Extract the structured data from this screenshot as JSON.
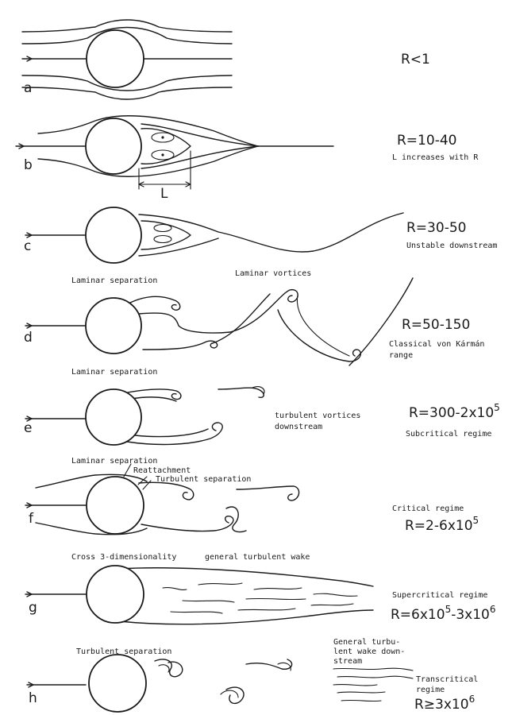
{
  "panels": [
    {
      "letter": "a",
      "reynolds": "R<1"
    },
    {
      "letter": "b",
      "reynolds": "R=10-40",
      "note": "L increases with R",
      "dim_label": "L"
    },
    {
      "letter": "c",
      "reynolds": "R=30-50",
      "note": "Unstable downstream"
    },
    {
      "letter": "d",
      "reynolds": "R=50-150",
      "note_line1": "Classical von Kármán",
      "note_line2": "range",
      "label_left": "Laminar separation",
      "label_top": "Laminar vortices"
    },
    {
      "letter": "e",
      "reynolds_base": "R=300-2x10",
      "reynolds_exp": "5",
      "note": "Subcritical regime",
      "label_left": "Laminar separation",
      "label_mid_line1": "turbulent vortices",
      "label_mid_line2": "downstream"
    },
    {
      "letter": "f",
      "reynolds_base": "R=2-6x10",
      "reynolds_exp": "5",
      "note": "Critical regime",
      "label_1": "Laminar separation",
      "label_2": "Reattachment",
      "label_3": "Turbulent separation"
    },
    {
      "letter": "g",
      "reynolds_part1": "R=6x10",
      "reynolds_exp1": "5",
      "reynolds_part2": "-3x10",
      "reynolds_exp2": "6",
      "note": "Supercritical regime",
      "label_left": "Cross 3-dimensionality",
      "label_right": "general turbulent wake"
    },
    {
      "letter": "h",
      "reynolds_base": "R≥3x10",
      "reynolds_exp": "6",
      "note_line1": "Transcritical",
      "note_line2": "regime",
      "label_left": "Turbulent separation",
      "label_right_line1": "General turbu-",
      "label_right_line2": "lent wake down-",
      "label_right_line3": "stream"
    }
  ]
}
